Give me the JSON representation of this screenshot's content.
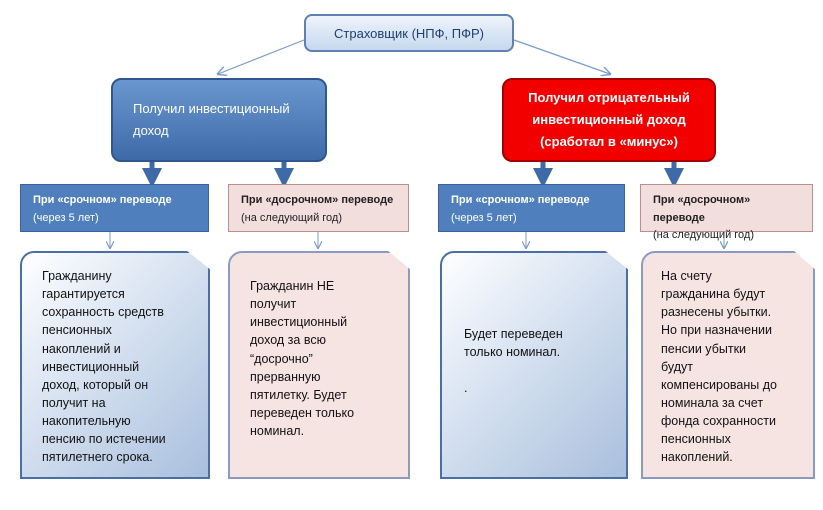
{
  "root": {
    "label": "Страховщик (НПФ, ПФР)"
  },
  "left_branch": {
    "title": "Получил инвестиционный доход",
    "options": [
      {
        "heading": "При «срочном» переводе",
        "sub": "(через 5 лет)",
        "body": "Гражданину\nгарантируется\nсохранность средств\nпенсионных\nнакоплений и\nинвестиционный\nдоход, который он\nполучит на\nнакопительную\nпенсию по истечении\nпятилетнего срока."
      },
      {
        "heading": "При «досрочном» переводе",
        "sub": "(на следующий год)",
        "body": "Гражданин НЕ\nполучит\nинвестиционный\nдоход за всю\n“досрочно”\nпрерванную\nпятилетку. Будет\nпереведен только\nноминал."
      }
    ]
  },
  "right_branch": {
    "title": "Получил отрицательный инвестиционный доход (сработал в «минус»)",
    "options": [
      {
        "heading": "При «срочном» переводе",
        "sub": "(через 5 лет)",
        "body": "Будет переведен\nтолько номинал.\n\n."
      },
      {
        "heading": "При «досрочном» переводе",
        "sub": "(на следующий год)",
        "body": "На счету\nгражданина будут\nразнесены убытки.\nНо при назначении\nпенсии убытки\nбудут\nкомпенсированы до\nноминала за счет\nфонда сохранности\nпенсионных\nнакоплений."
      }
    ]
  },
  "colors": {
    "blue": "#4f7fbd",
    "red": "#f20000",
    "pink": "#f3dede"
  }
}
